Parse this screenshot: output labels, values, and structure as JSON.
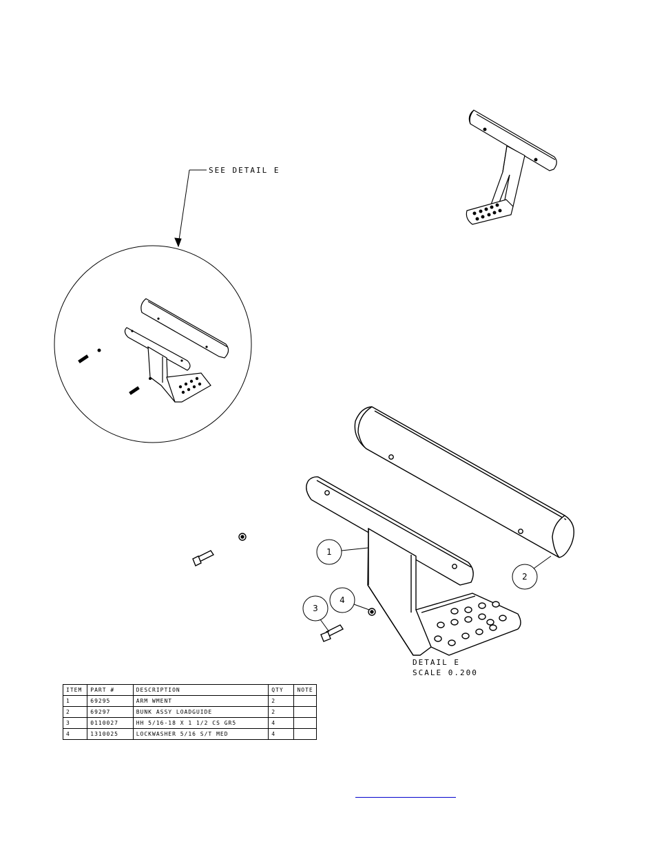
{
  "callout": {
    "see_detail": "SEE DETAIL  E"
  },
  "detail": {
    "title": "DETAIL  E",
    "scale": "SCALE  0.200"
  },
  "balloons": [
    {
      "id": "1"
    },
    {
      "id": "2"
    },
    {
      "id": "3"
    },
    {
      "id": "4"
    }
  ],
  "bom": {
    "headers": [
      "ITEM",
      "PART #",
      "DESCRIPTION",
      "QTY",
      "NOTE"
    ],
    "rows": [
      [
        "1",
        "69295",
        "ARM WMENT",
        "2",
        ""
      ],
      [
        "2",
        "69297",
        "BUNK ASSY   LOADGUIDE",
        "2",
        ""
      ],
      [
        "3",
        "0110027",
        "HH 5/16-18 X 1 1/2 CS GR5",
        "4",
        ""
      ],
      [
        "4",
        "1310025",
        "LOCKWASHER 5/16 S/T MED",
        "4",
        ""
      ]
    ]
  },
  "colors": {
    "line": "#000000",
    "link": "#0000cc"
  }
}
